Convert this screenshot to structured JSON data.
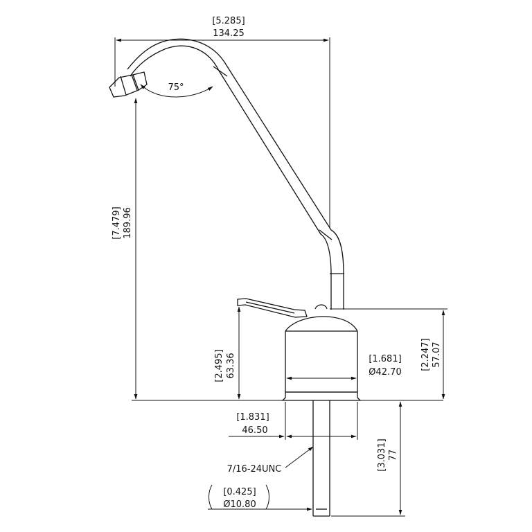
{
  "drawing": {
    "colors": {
      "line": "#111111",
      "background": "#ffffff"
    },
    "dimensions": {
      "overall_reach": {
        "inch": "[5.285]",
        "mm": "134.25"
      },
      "spout_height": {
        "inch": "[7.479]",
        "mm": "189.96"
      },
      "spout_angle": {
        "deg": "75°"
      },
      "lever_height": {
        "inch": "[2.495]",
        "mm": "63.36"
      },
      "body_height": {
        "inch": "[2.247]",
        "mm": "57.07"
      },
      "body_diameter": {
        "inch": "[1.681]",
        "mm": "Ø42.70"
      },
      "base_offset": {
        "inch": "[1.831]",
        "mm": "46.50"
      },
      "shank_length": {
        "inch": "[3.031]",
        "mm": "77"
      },
      "thread": {
        "label": "7/16-24UNC"
      },
      "shank_diameter": {
        "inch": "[0.425]",
        "mm": "Ø10.80"
      }
    }
  }
}
